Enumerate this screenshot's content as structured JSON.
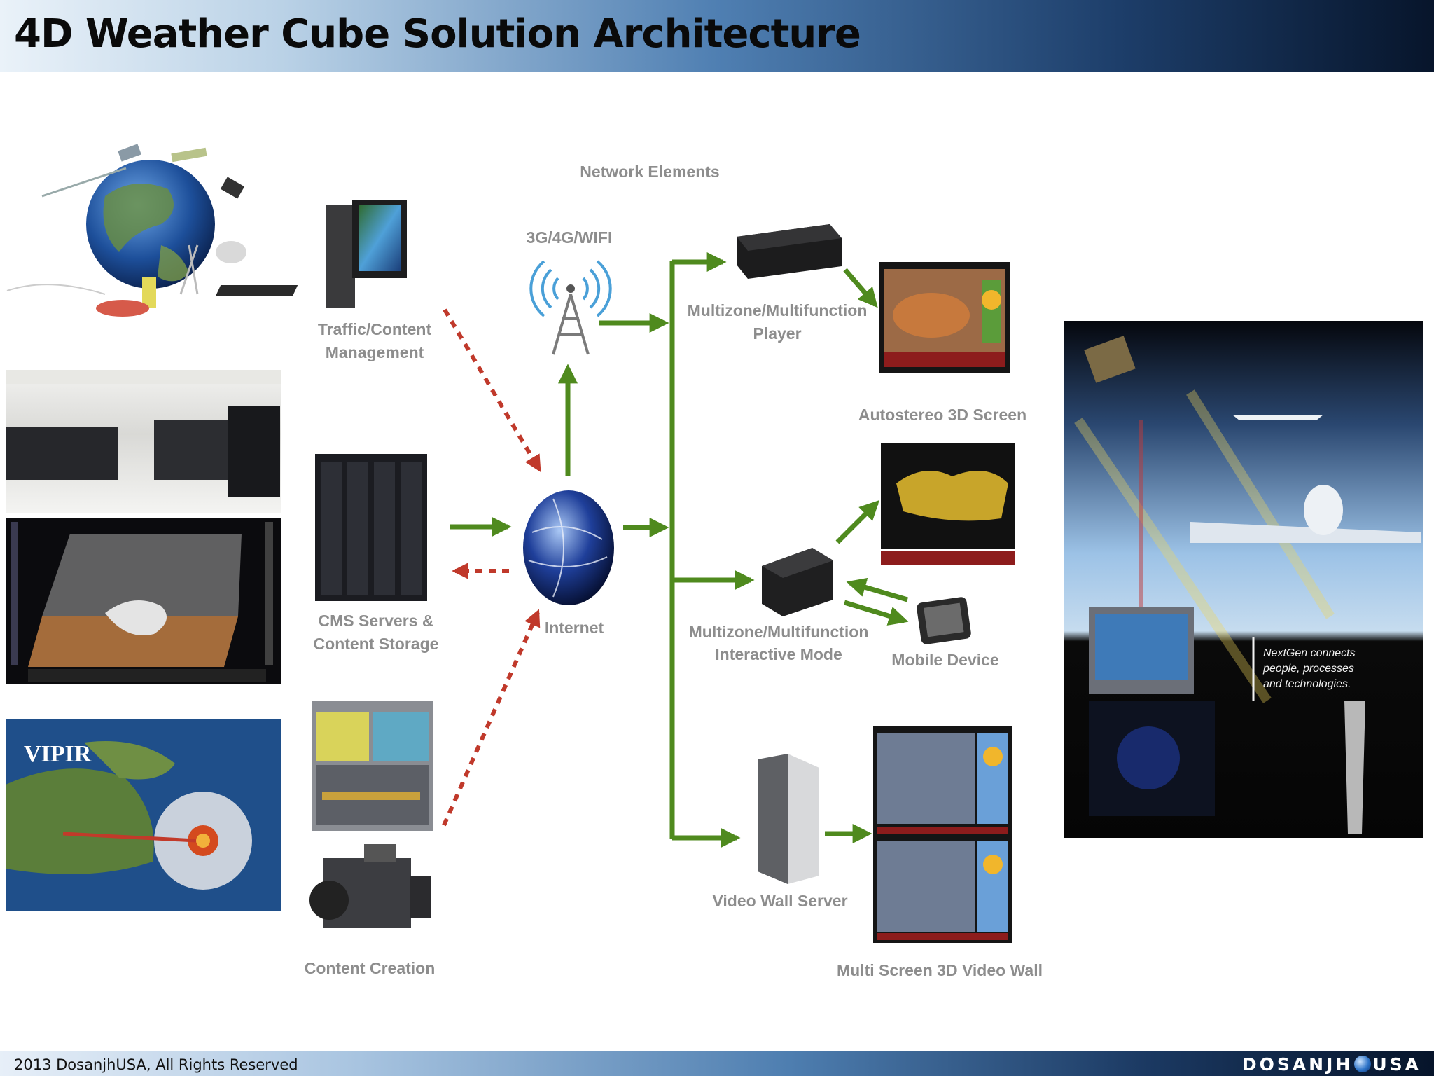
{
  "slide": {
    "title": "4D Weather Cube Solution Architecture",
    "footer_text": "2013 DosanjhUSA, All Rights Reserved",
    "brand_left": "DOSANJH",
    "brand_right": "USA"
  },
  "diagram": {
    "heading": "Network Elements",
    "labels": {
      "wifi": "3G/4G/WIFI",
      "traffic_1": "Traffic/Content",
      "traffic_2": "Management",
      "cms_1": "CMS Servers &",
      "cms_2": "Content Storage",
      "internet": "Internet",
      "content_creation": "Content Creation",
      "player_1": "Multizone/Multifunction",
      "player_2": "Player",
      "autostereo": "Autostereo 3D Screen",
      "interactive_1": "Multizone/Multifunction",
      "interactive_2": "Interactive Mode",
      "mobile": "Mobile Device",
      "videowall_server": "Video Wall Server",
      "videowall": "Multi Screen 3D Video Wall"
    },
    "photo_text": {
      "vipir": "VIPIR",
      "nextgen_1": "NextGen connects",
      "nextgen_2": "people, processes",
      "nextgen_3": "and technologies."
    },
    "colors": {
      "flow_arrow": "#4f8a1e",
      "dashed_arrow": "#c0392b",
      "label": "#8d8d8d"
    }
  }
}
